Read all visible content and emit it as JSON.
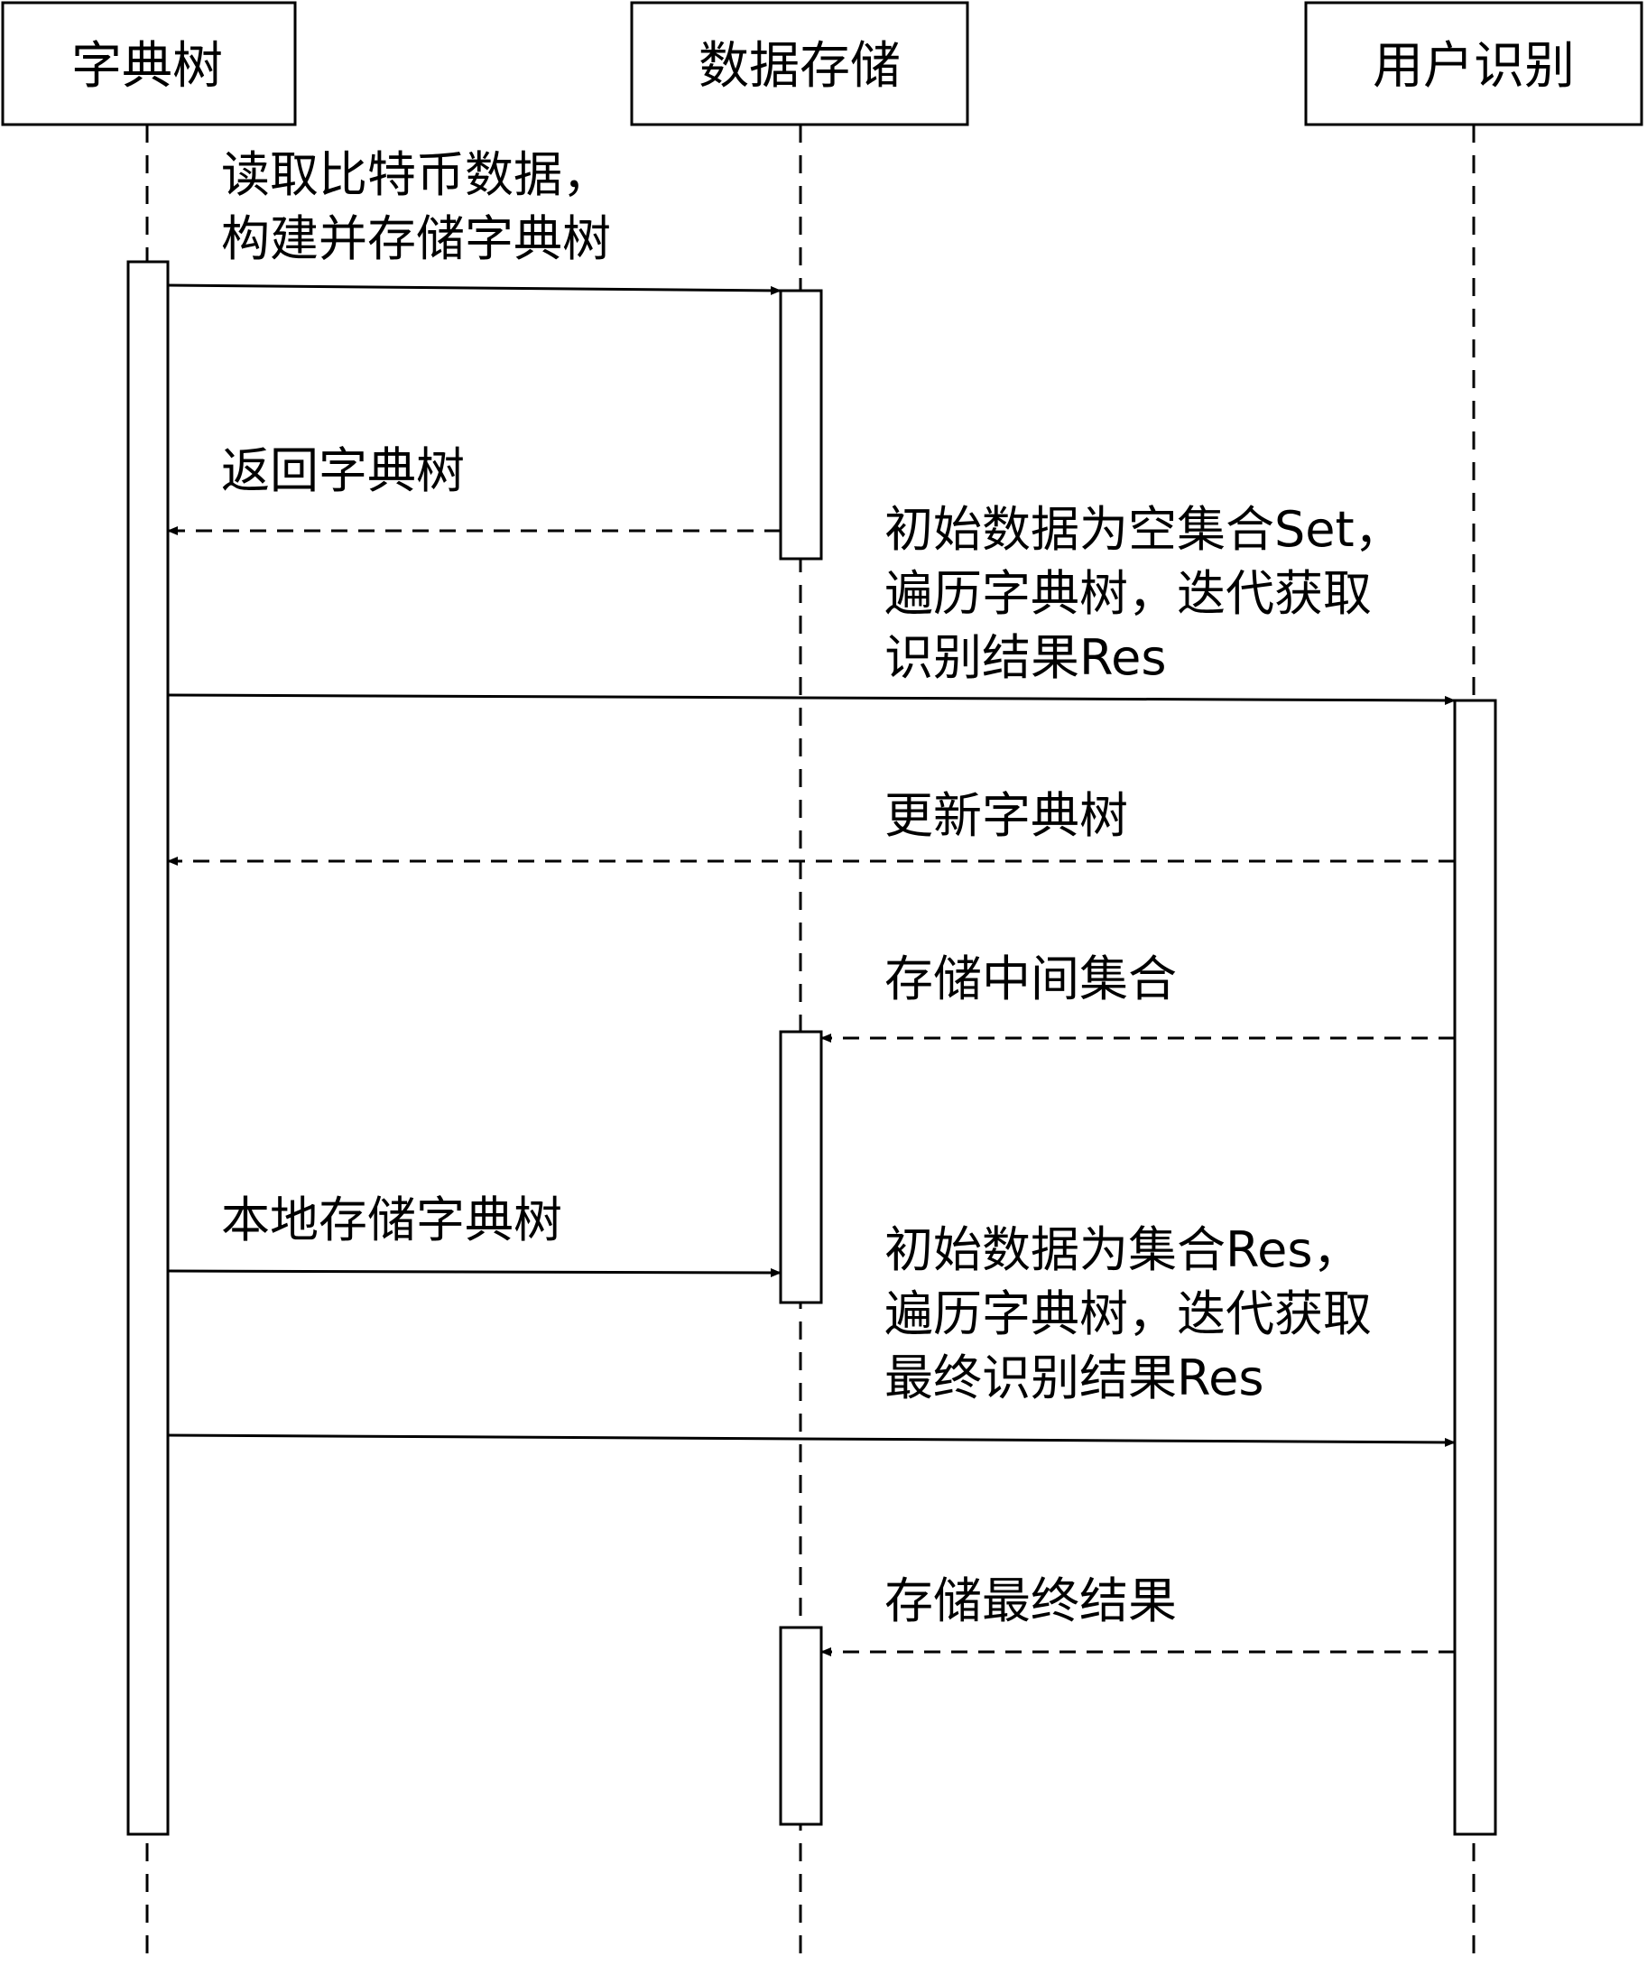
{
  "participants": [
    {
      "id": "trie",
      "label": "字典树"
    },
    {
      "id": "storage",
      "label": "数据存储"
    },
    {
      "id": "user_id",
      "label": "用户识别"
    }
  ],
  "messages": [
    {
      "from": "trie",
      "to": "storage",
      "style": "solid",
      "lines": [
        "读取比特币数据，",
        "构建并存储字典树"
      ]
    },
    {
      "from": "storage",
      "to": "trie",
      "style": "dashed",
      "lines": [
        "返回字典树"
      ]
    },
    {
      "from": "trie",
      "to": "user_id",
      "style": "solid",
      "lines": [
        "初始数据为空集合Set，",
        "遍历字典树，迭代获取",
        "识别结果Res"
      ]
    },
    {
      "from": "user_id",
      "to": "trie",
      "style": "dashed",
      "lines": [
        "更新字典树"
      ]
    },
    {
      "from": "user_id",
      "to": "storage",
      "style": "dashed",
      "lines": [
        "存储中间集合"
      ]
    },
    {
      "from": "trie",
      "to": "storage",
      "style": "solid",
      "lines": [
        "本地存储字典树"
      ]
    },
    {
      "from": "trie",
      "to": "user_id",
      "style": "solid",
      "lines": [
        "初始数据为集合Res，",
        "遍历字典树，迭代获取",
        "最终识别结果Res"
      ]
    },
    {
      "from": "user_id",
      "to": "storage",
      "style": "dashed",
      "lines": [
        "存储最终结果"
      ]
    }
  ],
  "colors": {
    "stroke": "#000000",
    "fill": "#ffffff"
  }
}
